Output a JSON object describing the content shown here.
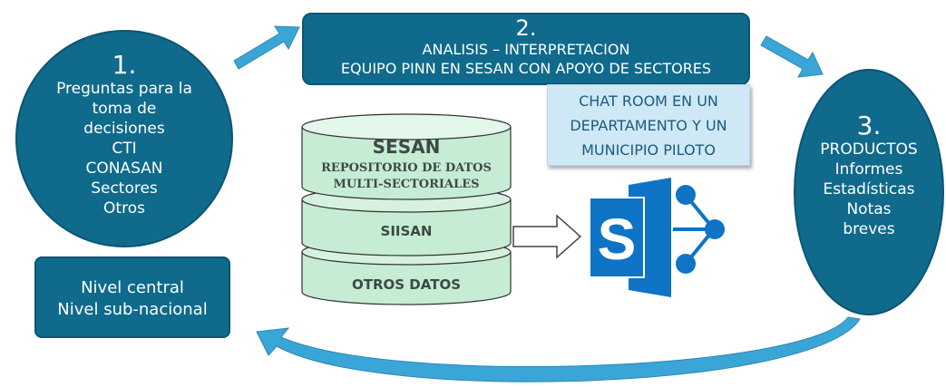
{
  "step1": {
    "number": "1.",
    "lines": [
      "Preguntas para la",
      "toma de",
      "decisiones",
      "CTI",
      "CONASAN",
      "Sectores",
      "Otros"
    ]
  },
  "step2": {
    "number": "2.",
    "line1": "ANALISIS – INTERPRETACION",
    "line2": "EQUIPO PINN EN SESAN CON APOYO DE SECTORES"
  },
  "step3": {
    "number": "3.",
    "lines": [
      "PRODUCTOS",
      "Informes",
      "Estadísticas",
      "Notas",
      "breves"
    ]
  },
  "levels": {
    "line1": "Nivel central",
    "line2": "Nivel sub-nacional"
  },
  "chat": {
    "lines": [
      "CHAT ROOM EN UN",
      "DEPARTAMENTO Y UN",
      "MUNICIPIO PILOTO"
    ]
  },
  "database": {
    "title": "SESAN",
    "repo_line1": "REPOSITORIO DE DATOS",
    "repo_line2": "MULTI-SECTORIALES",
    "siisan": "SIISAN",
    "otros": "OTROS DATOS"
  },
  "colors": {
    "primary": "#0f6a8c",
    "arrow": "#3aa6d8",
    "cylinder": "#c7ecd4",
    "chat_bg": "#cfe8f6",
    "logo": "#0f73c6"
  },
  "icons": {
    "logo": "sharepoint-logo-icon"
  }
}
